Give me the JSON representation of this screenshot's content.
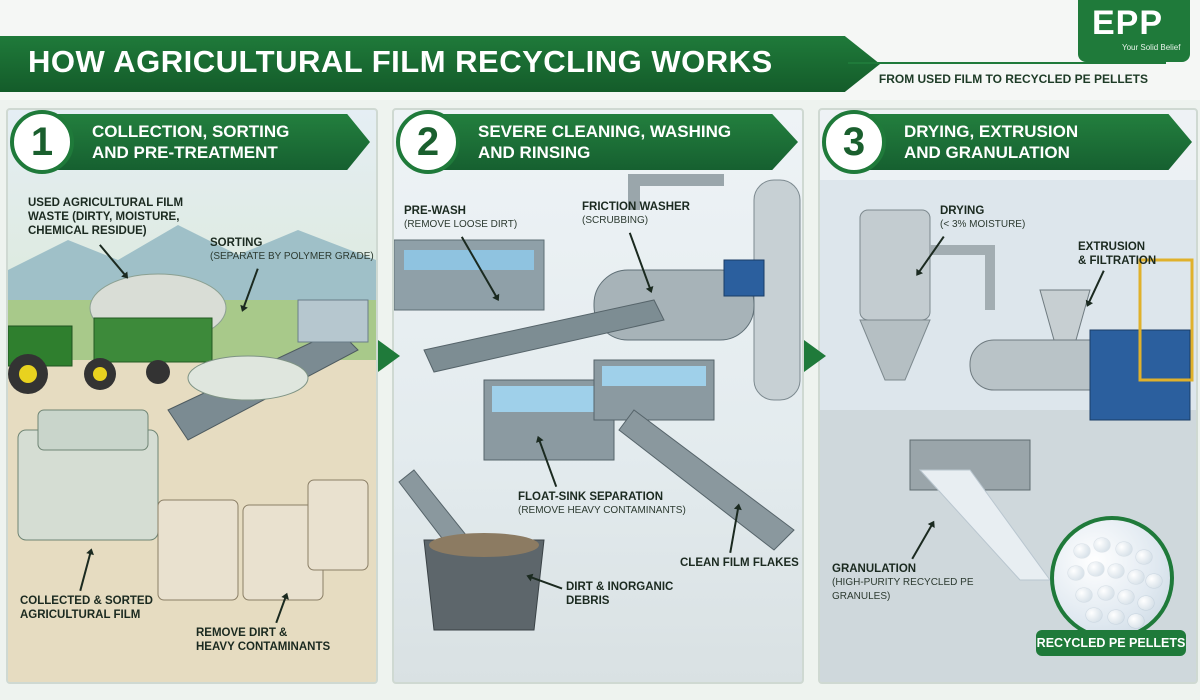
{
  "header": {
    "title": "HOW AGRICULTURAL FILM RECYCLING WORKS",
    "subtitle": "FROM USED FILM TO RECYCLED PE PELLETS",
    "logo": {
      "name": "EPP",
      "tagline": "Your Solid Belief"
    }
  },
  "colors": {
    "brand": "#1f7a3a",
    "text": "#1b2a20"
  },
  "steps": [
    {
      "number": "1",
      "title": "COLLECTION, SORTING\nAND PRE-TREATMENT",
      "labels": [
        {
          "title": "USED AGRICULTURAL FILM\nWASTE (DIRTY, MOISTURE,\nCHEMICAL RESIDUE)"
        },
        {
          "title": "SORTING",
          "note": "(SEPARATE BY POLYMER GRADE)"
        },
        {
          "title": "COLLECTED & SORTED\nAGRICULTURAL FILM"
        },
        {
          "title": "REMOVE DIRT &\nHEAVY CONTAMINANTS"
        }
      ]
    },
    {
      "number": "2",
      "title": "SEVERE CLEANING, WASHING\nAND RINSING",
      "labels": [
        {
          "title": "PRE-WASH",
          "note": "(REMOVE LOOSE DIRT)"
        },
        {
          "title": "FRICTION WASHER",
          "note": "(SCRUBBING)"
        },
        {
          "title": "FLOAT-SINK SEPARATION",
          "note": "(REMOVE HEAVY CONTAMINANTS)"
        },
        {
          "title": "CLEAN FILM FLAKES"
        },
        {
          "title": "DIRT & INORGANIC\nDEBRIS"
        }
      ]
    },
    {
      "number": "3",
      "title": "DRYING, EXTRUSION\nAND GRANULATION",
      "labels": [
        {
          "title": "DRYING",
          "note": "(< 3% MOISTURE)"
        },
        {
          "title": "EXTRUSION\n& FILTRATION"
        },
        {
          "title": "GRANULATION",
          "note": "(HIGH-PURITY RECYCLED PE\nGRANULES)"
        }
      ],
      "badge": "RECYCLED PE PELLETS"
    }
  ]
}
